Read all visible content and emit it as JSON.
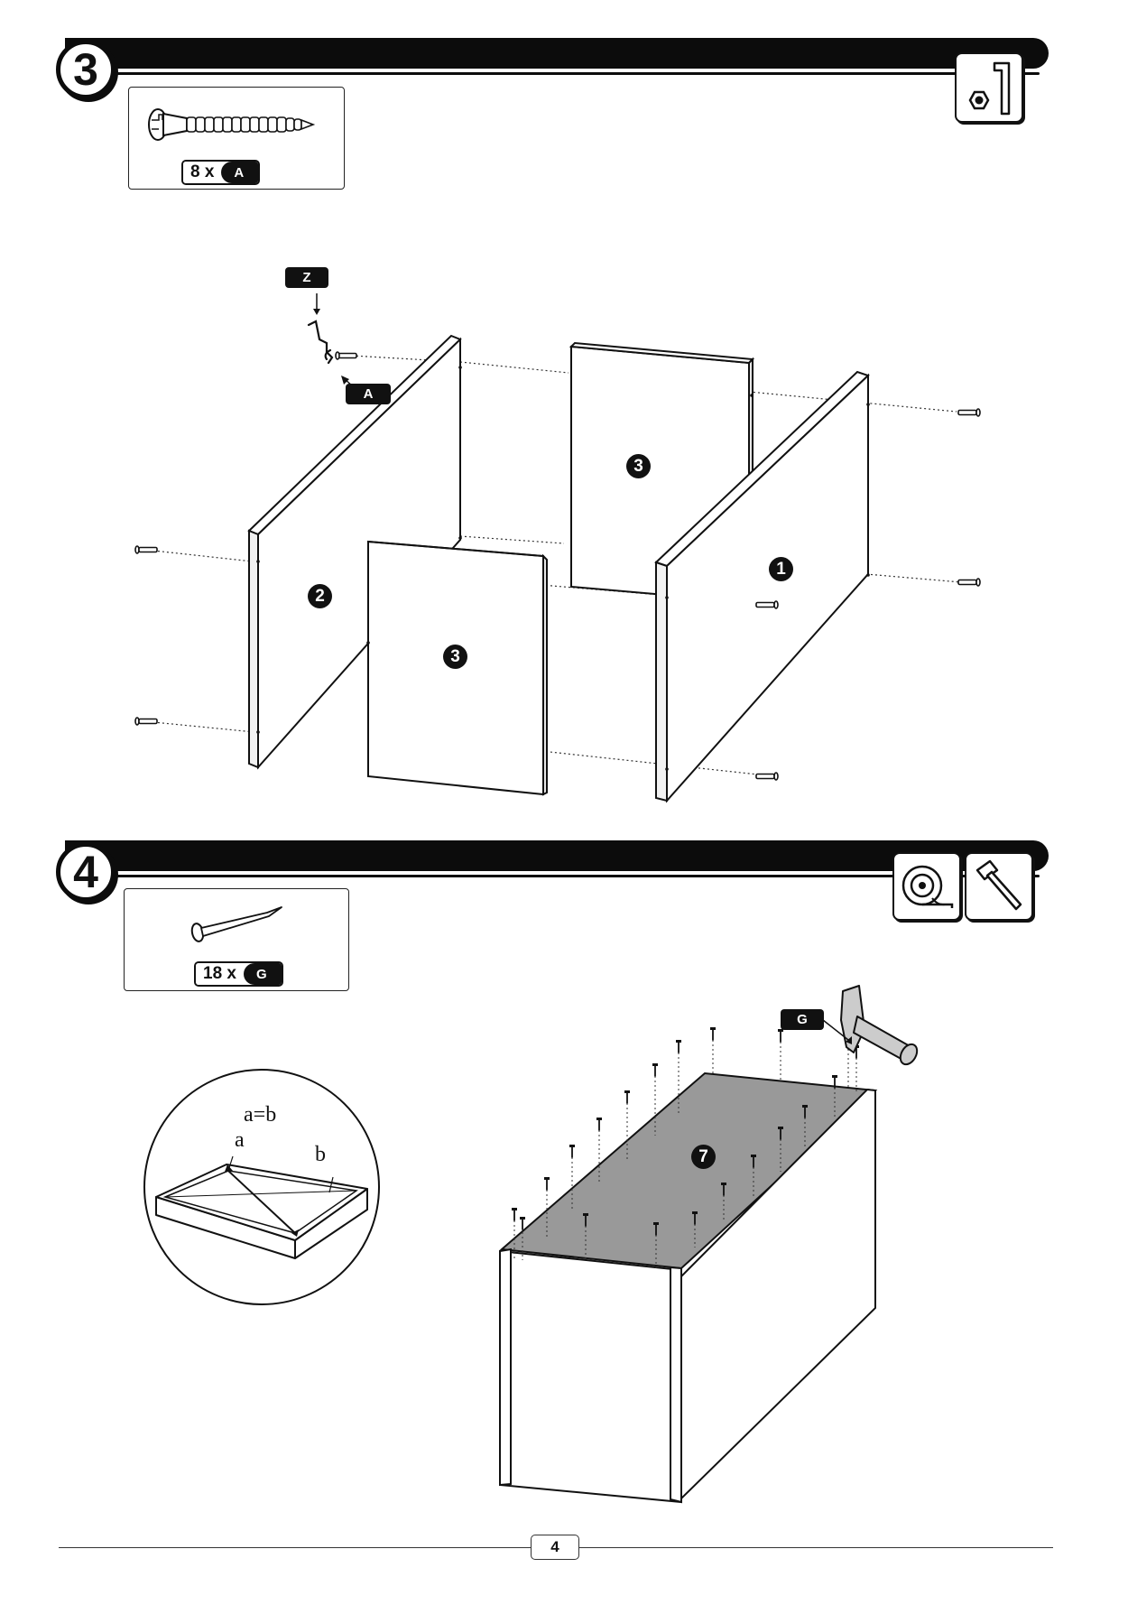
{
  "step3": {
    "number": "3",
    "parts": {
      "quantity": "8 x",
      "code": "A"
    },
    "tool": "allen-key-icon",
    "labels": {
      "tag_z": "Z",
      "tag_a": "A"
    },
    "panels": {
      "p1": "1",
      "p2": "2",
      "p3a": "3",
      "p3b": "3"
    }
  },
  "step4": {
    "number": "4",
    "parts": {
      "quantity": "18 x",
      "code": "G"
    },
    "tools": [
      "tape-measure-icon",
      "hammer-icon"
    ],
    "labels": {
      "tag_g": "G",
      "eq": "a=b",
      "a": "a",
      "b": "b"
    },
    "panels": {
      "p7": "7"
    }
  },
  "footer": {
    "page": "4"
  }
}
